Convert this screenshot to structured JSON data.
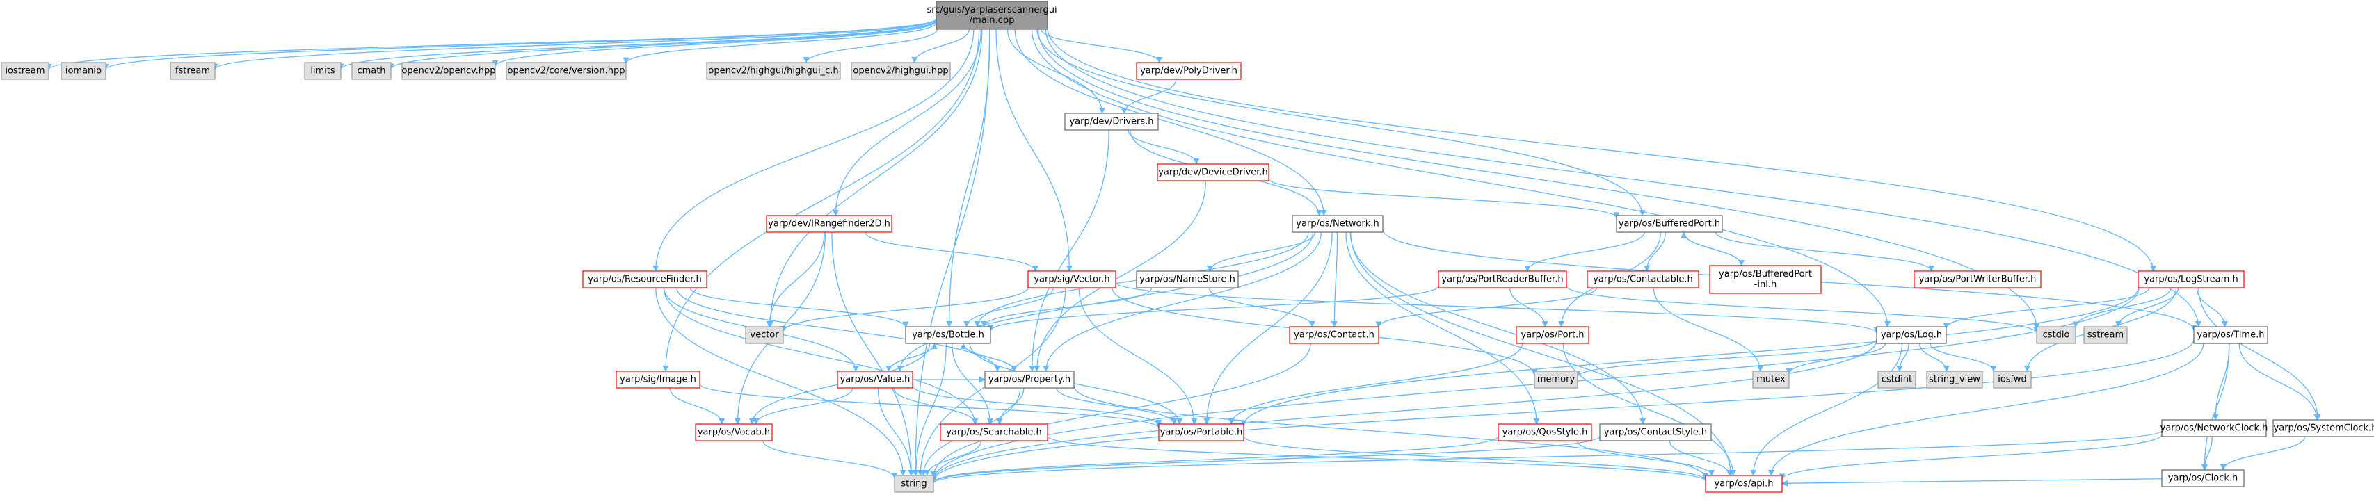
{
  "colors": {
    "root_fill": "#999999",
    "root_stroke": "#666666",
    "doc_fill": "#ffffff",
    "doc_stroke": "#666666",
    "nodoc_fill": "#ffffff",
    "nodoc_stroke": "#ff0000",
    "external_fill": "#e0e0e0",
    "external_stroke": "#999999",
    "edge": "#63b8ff",
    "text": "#000000"
  },
  "nodes": [
    {
      "id": "root",
      "lines": [
        "src/guis/yarplaserscannergui",
        "/main.cpp"
      ],
      "kind": "root"
    },
    {
      "id": "iostream",
      "lines": [
        "iostream"
      ],
      "kind": "external"
    },
    {
      "id": "iomanip",
      "lines": [
        "iomanip"
      ],
      "kind": "external"
    },
    {
      "id": "fstream",
      "lines": [
        "fstream"
      ],
      "kind": "external"
    },
    {
      "id": "limits",
      "lines": [
        "limits"
      ],
      "kind": "external"
    },
    {
      "id": "cmath",
      "lines": [
        "cmath"
      ],
      "kind": "external"
    },
    {
      "id": "opencv",
      "lines": [
        "opencv2/opencv.hpp"
      ],
      "kind": "external"
    },
    {
      "id": "cversion",
      "lines": [
        "opencv2/core/version.hpp"
      ],
      "kind": "external"
    },
    {
      "id": "highguic",
      "lines": [
        "opencv2/highgui/highgui_c.h"
      ],
      "kind": "external"
    },
    {
      "id": "highgui",
      "lines": [
        "opencv2/highgui.hpp"
      ],
      "kind": "external"
    },
    {
      "id": "polydriver",
      "lines": [
        "yarp/dev/PolyDriver.h"
      ],
      "kind": "nodoc"
    },
    {
      "id": "drivers",
      "lines": [
        "yarp/dev/Drivers.h"
      ],
      "kind": "doc"
    },
    {
      "id": "devicedriver",
      "lines": [
        "yarp/dev/DeviceDriver.h"
      ],
      "kind": "nodoc"
    },
    {
      "id": "network",
      "lines": [
        "yarp/os/Network.h"
      ],
      "kind": "doc"
    },
    {
      "id": "bufferedport",
      "lines": [
        "yarp/os/BufferedPort.h"
      ],
      "kind": "doc"
    },
    {
      "id": "irangefinder",
      "lines": [
        "yarp/dev/IRangefinder2D.h"
      ],
      "kind": "nodoc"
    },
    {
      "id": "resourcefinder",
      "lines": [
        "yarp/os/ResourceFinder.h"
      ],
      "kind": "nodoc"
    },
    {
      "id": "sigvector",
      "lines": [
        "yarp/sig/Vector.h"
      ],
      "kind": "nodoc"
    },
    {
      "id": "namestore",
      "lines": [
        "yarp/os/NameStore.h"
      ],
      "kind": "doc"
    },
    {
      "id": "portreaderbuffer",
      "lines": [
        "yarp/os/PortReaderBuffer.h"
      ],
      "kind": "nodoc"
    },
    {
      "id": "contactable",
      "lines": [
        "yarp/os/Contactable.h"
      ],
      "kind": "nodoc"
    },
    {
      "id": "bufferedportinl",
      "lines": [
        "yarp/os/BufferedPort",
        "-inl.h"
      ],
      "kind": "nodoc"
    },
    {
      "id": "portwriterbuffer",
      "lines": [
        "yarp/os/PortWriterBuffer.h"
      ],
      "kind": "nodoc"
    },
    {
      "id": "logstream",
      "lines": [
        "yarp/os/LogStream.h"
      ],
      "kind": "nodoc"
    },
    {
      "id": "vector",
      "lines": [
        "vector"
      ],
      "kind": "external"
    },
    {
      "id": "bottle",
      "lines": [
        "yarp/os/Bottle.h"
      ],
      "kind": "doc"
    },
    {
      "id": "contact",
      "lines": [
        "yarp/os/Contact.h"
      ],
      "kind": "nodoc"
    },
    {
      "id": "port",
      "lines": [
        "yarp/os/Port.h"
      ],
      "kind": "nodoc"
    },
    {
      "id": "cstdio",
      "lines": [
        "cstdio"
      ],
      "kind": "external"
    },
    {
      "id": "sstream",
      "lines": [
        "sstream"
      ],
      "kind": "external"
    },
    {
      "id": "log",
      "lines": [
        "yarp/os/Log.h"
      ],
      "kind": "doc"
    },
    {
      "id": "time",
      "lines": [
        "yarp/os/Time.h"
      ],
      "kind": "doc"
    },
    {
      "id": "sigimage",
      "lines": [
        "yarp/sig/Image.h"
      ],
      "kind": "nodoc"
    },
    {
      "id": "value",
      "lines": [
        "yarp/os/Value.h"
      ],
      "kind": "nodoc"
    },
    {
      "id": "property",
      "lines": [
        "yarp/os/Property.h"
      ],
      "kind": "doc"
    },
    {
      "id": "memory",
      "lines": [
        "memory"
      ],
      "kind": "external"
    },
    {
      "id": "mutex",
      "lines": [
        "mutex"
      ],
      "kind": "external"
    },
    {
      "id": "cstdint",
      "lines": [
        "cstdint"
      ],
      "kind": "external"
    },
    {
      "id": "stringview",
      "lines": [
        "string_view"
      ],
      "kind": "external"
    },
    {
      "id": "iosfwd",
      "lines": [
        "iosfwd"
      ],
      "kind": "external"
    },
    {
      "id": "networkclock",
      "lines": [
        "yarp/os/NetworkClock.h"
      ],
      "kind": "doc"
    },
    {
      "id": "systemclock",
      "lines": [
        "yarp/os/SystemClock.h"
      ],
      "kind": "doc"
    },
    {
      "id": "vocab",
      "lines": [
        "yarp/os/Vocab.h"
      ],
      "kind": "nodoc"
    },
    {
      "id": "searchable",
      "lines": [
        "yarp/os/Searchable.h"
      ],
      "kind": "nodoc"
    },
    {
      "id": "portable",
      "lines": [
        "yarp/os/Portable.h"
      ],
      "kind": "nodoc"
    },
    {
      "id": "qosstyle",
      "lines": [
        "yarp/os/QosStyle.h"
      ],
      "kind": "nodoc"
    },
    {
      "id": "contactstyle",
      "lines": [
        "yarp/os/ContactStyle.h"
      ],
      "kind": "doc"
    },
    {
      "id": "clock",
      "lines": [
        "yarp/os/Clock.h"
      ],
      "kind": "doc"
    },
    {
      "id": "string",
      "lines": [
        "string"
      ],
      "kind": "external"
    },
    {
      "id": "api",
      "lines": [
        "yarp/os/api.h"
      ],
      "kind": "nodoc"
    }
  ],
  "edges": [
    [
      "root",
      "iostream"
    ],
    [
      "root",
      "iomanip"
    ],
    [
      "root",
      "fstream"
    ],
    [
      "root",
      "limits"
    ],
    [
      "root",
      "cmath"
    ],
    [
      "root",
      "opencv"
    ],
    [
      "root",
      "cversion"
    ],
    [
      "root",
      "highguic"
    ],
    [
      "root",
      "highgui"
    ],
    [
      "root",
      "polydriver"
    ],
    [
      "root",
      "drivers"
    ],
    [
      "root",
      "network"
    ],
    [
      "root",
      "bufferedport"
    ],
    [
      "root",
      "irangefinder"
    ],
    [
      "root",
      "resourcefinder"
    ],
    [
      "root",
      "sigvector"
    ],
    [
      "root",
      "logstream"
    ],
    [
      "root",
      "time"
    ],
    [
      "root",
      "sigimage"
    ],
    [
      "root",
      "bottle"
    ],
    [
      "root",
      "vector"
    ],
    [
      "root",
      "string"
    ],
    [
      "root",
      "cstdio"
    ],
    [
      "root",
      "log"
    ],
    [
      "polydriver",
      "drivers"
    ],
    [
      "drivers",
      "devicedriver"
    ],
    [
      "drivers",
      "network"
    ],
    [
      "drivers",
      "property"
    ],
    [
      "devicedriver",
      "bufferedport"
    ],
    [
      "devicedriver",
      "property"
    ],
    [
      "network",
      "namestore"
    ],
    [
      "network",
      "contact"
    ],
    [
      "network",
      "bottle"
    ],
    [
      "network",
      "value"
    ],
    [
      "network",
      "property"
    ],
    [
      "network",
      "portable"
    ],
    [
      "network",
      "qosstyle"
    ],
    [
      "network",
      "contactstyle"
    ],
    [
      "network",
      "time"
    ],
    [
      "network",
      "api"
    ],
    [
      "bufferedport",
      "portreaderbuffer"
    ],
    [
      "bufferedport",
      "contactable"
    ],
    [
      "bufferedport",
      "bufferedportinl"
    ],
    [
      "bufferedport",
      "portwriterbuffer"
    ],
    [
      "bufferedport",
      "port"
    ],
    [
      "bufferedportinl",
      "bufferedport"
    ],
    [
      "irangefinder",
      "sigvector"
    ],
    [
      "irangefinder",
      "vector"
    ],
    [
      "irangefinder",
      "string"
    ],
    [
      "irangefinder",
      "vocab"
    ],
    [
      "resourcefinder",
      "bottle"
    ],
    [
      "resourcefinder",
      "property"
    ],
    [
      "resourcefinder",
      "searchable"
    ],
    [
      "resourcefinder",
      "value"
    ],
    [
      "resourcefinder",
      "string"
    ],
    [
      "sigvector",
      "bottle"
    ],
    [
      "sigvector",
      "vector"
    ],
    [
      "sigvector",
      "string"
    ],
    [
      "sigvector",
      "memory"
    ],
    [
      "sigvector",
      "portable"
    ],
    [
      "sigvector",
      "log"
    ],
    [
      "namestore",
      "contact"
    ],
    [
      "namestore",
      "bottle"
    ],
    [
      "portreaderbuffer",
      "port"
    ],
    [
      "portreaderbuffer",
      "bottle"
    ],
    [
      "portreaderbuffer",
      "cstdio"
    ],
    [
      "contactable",
      "contact"
    ],
    [
      "contactable",
      "mutex"
    ],
    [
      "logstream",
      "log"
    ],
    [
      "logstream",
      "time"
    ],
    [
      "logstream",
      "sstream"
    ],
    [
      "logstream",
      "cstdio"
    ],
    [
      "logstream",
      "iosfwd"
    ],
    [
      "logstream",
      "systemclock"
    ],
    [
      "logstream",
      "string"
    ],
    [
      "logstream",
      "portable"
    ],
    [
      "bottle",
      "value"
    ],
    [
      "bottle",
      "property"
    ],
    [
      "bottle",
      "portable"
    ],
    [
      "bottle",
      "searchable"
    ],
    [
      "bottle",
      "vocab"
    ],
    [
      "bottle",
      "string"
    ],
    [
      "contact",
      "string"
    ],
    [
      "port",
      "portable"
    ],
    [
      "port",
      "api"
    ],
    [
      "log",
      "memory"
    ],
    [
      "log",
      "mutex"
    ],
    [
      "log",
      "cstdint"
    ],
    [
      "log",
      "stringview"
    ],
    [
      "log",
      "iosfwd"
    ],
    [
      "log",
      "api"
    ],
    [
      "log",
      "string"
    ],
    [
      "time",
      "networkclock"
    ],
    [
      "time",
      "clock"
    ],
    [
      "time",
      "systemclock"
    ],
    [
      "time",
      "api"
    ],
    [
      "time",
      "string"
    ],
    [
      "sigimage",
      "portable"
    ],
    [
      "sigimage",
      "vocab"
    ],
    [
      "value",
      "bottle"
    ],
    [
      "value",
      "vocab"
    ],
    [
      "value",
      "searchable"
    ],
    [
      "value",
      "portable"
    ],
    [
      "value",
      "property"
    ],
    [
      "value",
      "string"
    ],
    [
      "property",
      "bottle"
    ],
    [
      "property",
      "searchable"
    ],
    [
      "property",
      "portable"
    ],
    [
      "property",
      "string"
    ],
    [
      "property",
      "api"
    ],
    [
      "networkclock",
      "clock"
    ],
    [
      "networkclock",
      "api"
    ],
    [
      "networkclock",
      "string"
    ],
    [
      "systemclock",
      "clock"
    ],
    [
      "vocab",
      "string"
    ],
    [
      "searchable",
      "string"
    ],
    [
      "searchable",
      "api"
    ],
    [
      "portable",
      "api"
    ],
    [
      "qosstyle",
      "api"
    ],
    [
      "qosstyle",
      "string"
    ],
    [
      "contactstyle",
      "api"
    ],
    [
      "contactstyle",
      "string"
    ],
    [
      "clock",
      "api"
    ]
  ]
}
